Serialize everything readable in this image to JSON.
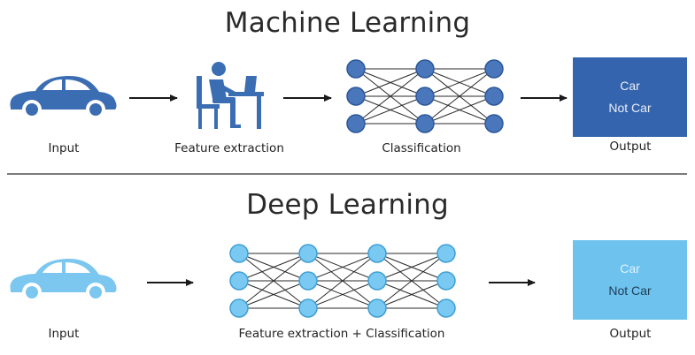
{
  "colors": {
    "ml_accent": "#3b6db3",
    "ml_output_bg": "#3464ad",
    "dl_accent": "#7cc7ef",
    "dl_output_bg": "#6ec2ee",
    "dl_node_fill": "#79c9f2",
    "ml_node_fill": "#4a77bb",
    "edge": "#2a2a2a",
    "arrow": "#1a1a1a"
  },
  "machine_learning": {
    "title": "Machine Learning",
    "stages": [
      {
        "label": "Input",
        "icon": "car-icon"
      },
      {
        "label": "Feature extraction",
        "icon": "person-at-desk-icon"
      },
      {
        "label": "Classification",
        "icon": "neural-network-icon"
      },
      {
        "label": "Output",
        "icon": "output-box"
      }
    ],
    "output": {
      "line1": "Car",
      "line2": "Not Car"
    },
    "network_layers": [
      3,
      3,
      3
    ]
  },
  "deep_learning": {
    "title": "Deep Learning",
    "stages": [
      {
        "label": "Input",
        "icon": "car-icon"
      },
      {
        "label": "Feature extraction + Classification",
        "icon": "neural-network-icon"
      },
      {
        "label": "Output",
        "icon": "output-box"
      }
    ],
    "output": {
      "line1": "Car",
      "line2": "Not Car"
    },
    "network_layers": [
      3,
      3,
      3,
      3
    ]
  }
}
